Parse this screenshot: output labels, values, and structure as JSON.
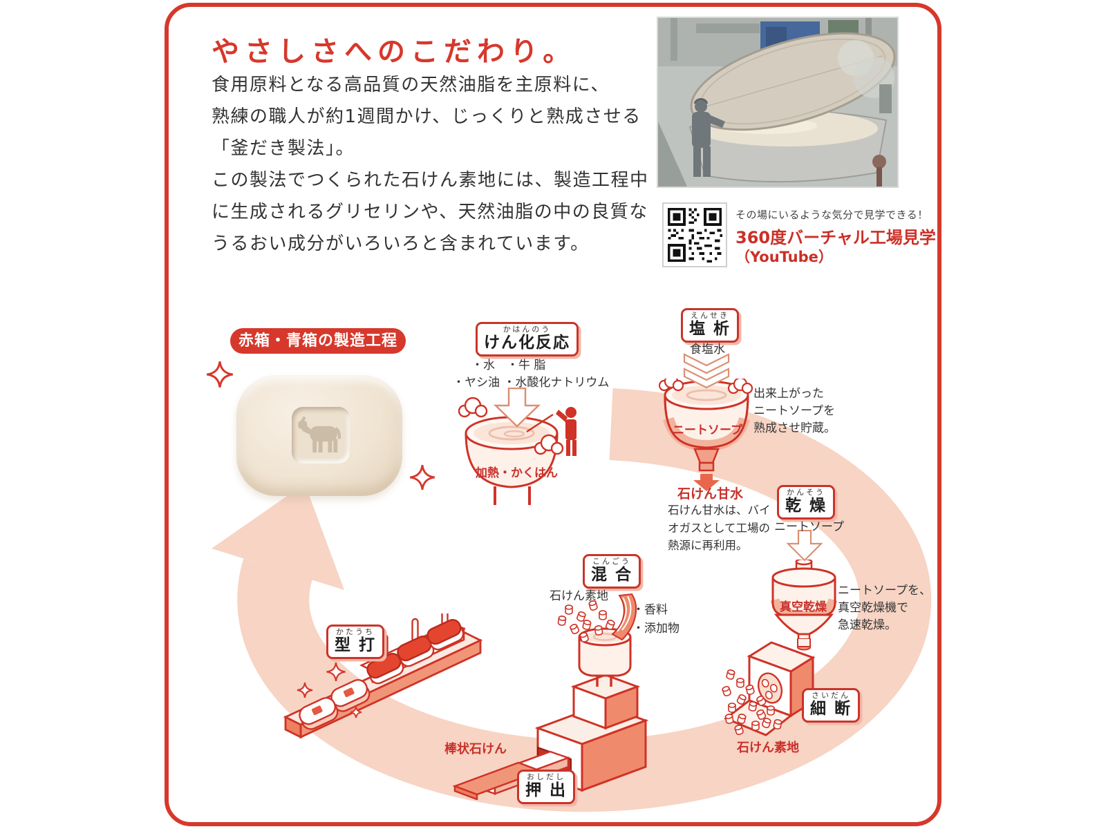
{
  "colors": {
    "accent_red": "#d6382c",
    "outline_red": "#cf3226",
    "text_red": "#c9302a",
    "salmon": "#ef8a6d",
    "band_pink": "#f7d4c4",
    "text_dark": "#333333"
  },
  "icons": {
    "qr": "qr-code-icon",
    "sparkle": "sparkle-icon",
    "steam": "steam-cloud-icon",
    "worker": "worker-icon",
    "down_arrow": "down-arrow-icon",
    "cow": "cow-emblem-icon"
  },
  "intro": {
    "title": "やさしさへのこだわり。",
    "body_lines": [
      "食用原料となる高品質の天然油脂を主原料に、",
      "熟練の職人が約1週間かけ、じっくりと熟成させる",
      "「釜だき製法」。",
      "この製法でつくられた石けん素地には、製造工程中",
      "に生成されるグリセリンや、天然油脂の中の良質な",
      "うるおい成分がいろいろと含まれています。"
    ]
  },
  "factory_tour": {
    "caption": "その場にいるような気分で見学できる！",
    "title": "360度バーチャル工場見学",
    "platform": "（YouTube）"
  },
  "process": {
    "heading": "赤箱・青箱の製造工程",
    "saponification": {
      "furigana": "かはんのう",
      "label": "けん化反応",
      "ingredients": [
        "・水　・牛 脂",
        "・ヤシ油 ・水酸化ナトリウム"
      ],
      "machine_caption": "加熱・かくはん"
    },
    "salting_out": {
      "furigana": "えんせき",
      "label": "塩 析",
      "input_label": "食塩水",
      "tank_label": "ニートソープ",
      "note_lines": [
        "出来上がった",
        "ニートソープを",
        "熟成させ貯蔵。"
      ],
      "byproduct_label": "石けん甘水",
      "byproduct_note_lines": [
        "石けん甘水は、バイ",
        "オガスとして工場の",
        "熱源に再利用。"
      ]
    },
    "drying": {
      "furigana": "かんそう",
      "label": "乾 燥",
      "input_label": "ニートソープ",
      "machine_caption": "真空乾燥",
      "note_lines": [
        "ニートソープを、",
        "真空乾燥機で",
        "急速乾燥。"
      ]
    },
    "shredding": {
      "furigana": "さいだん",
      "label": "細 断",
      "output_label": "石けん素地"
    },
    "mixing": {
      "furigana": "こんごう",
      "label": "混 合",
      "input_label": "石けん素地",
      "additives": [
        "・香料",
        "・添加物"
      ]
    },
    "extrusion": {
      "furigana": "おしだし",
      "label": "押 出",
      "output_label": "棒状石けん"
    },
    "stamping": {
      "furigana": "かたうち",
      "label": "型 打"
    }
  }
}
